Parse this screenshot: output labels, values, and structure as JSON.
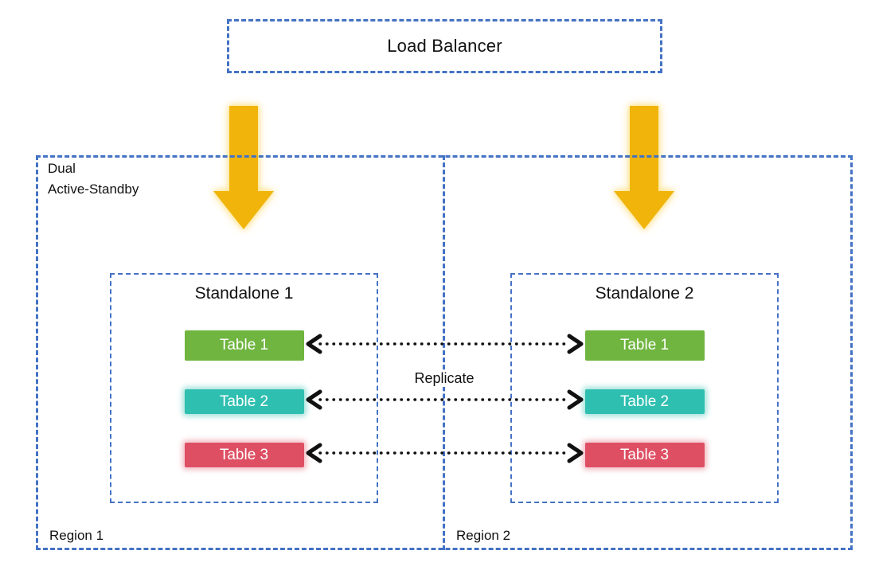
{
  "load_balancer": {
    "label": "Load Balancer"
  },
  "mode_label": {
    "line1": "Dual",
    "line2": "Active-Standby"
  },
  "replicate_label": "Replicate",
  "regions": [
    {
      "name": "Region 1",
      "standalone": {
        "title": "Standalone 1",
        "tables": [
          "Table 1",
          "Table 2",
          "Table 3"
        ]
      }
    },
    {
      "name": "Region 2",
      "standalone": {
        "title": "Standalone 2",
        "tables": [
          "Table 1",
          "Table 2",
          "Table 3"
        ]
      }
    }
  ],
  "colors": {
    "dashed_border": "#4472C4",
    "flow_arrow": "#F0B40B",
    "table1": "#6FB53F",
    "table2": "#2FBFB0",
    "table3": "#DE4F63",
    "connector": "#111111",
    "table_text": "#FFFFFF"
  }
}
